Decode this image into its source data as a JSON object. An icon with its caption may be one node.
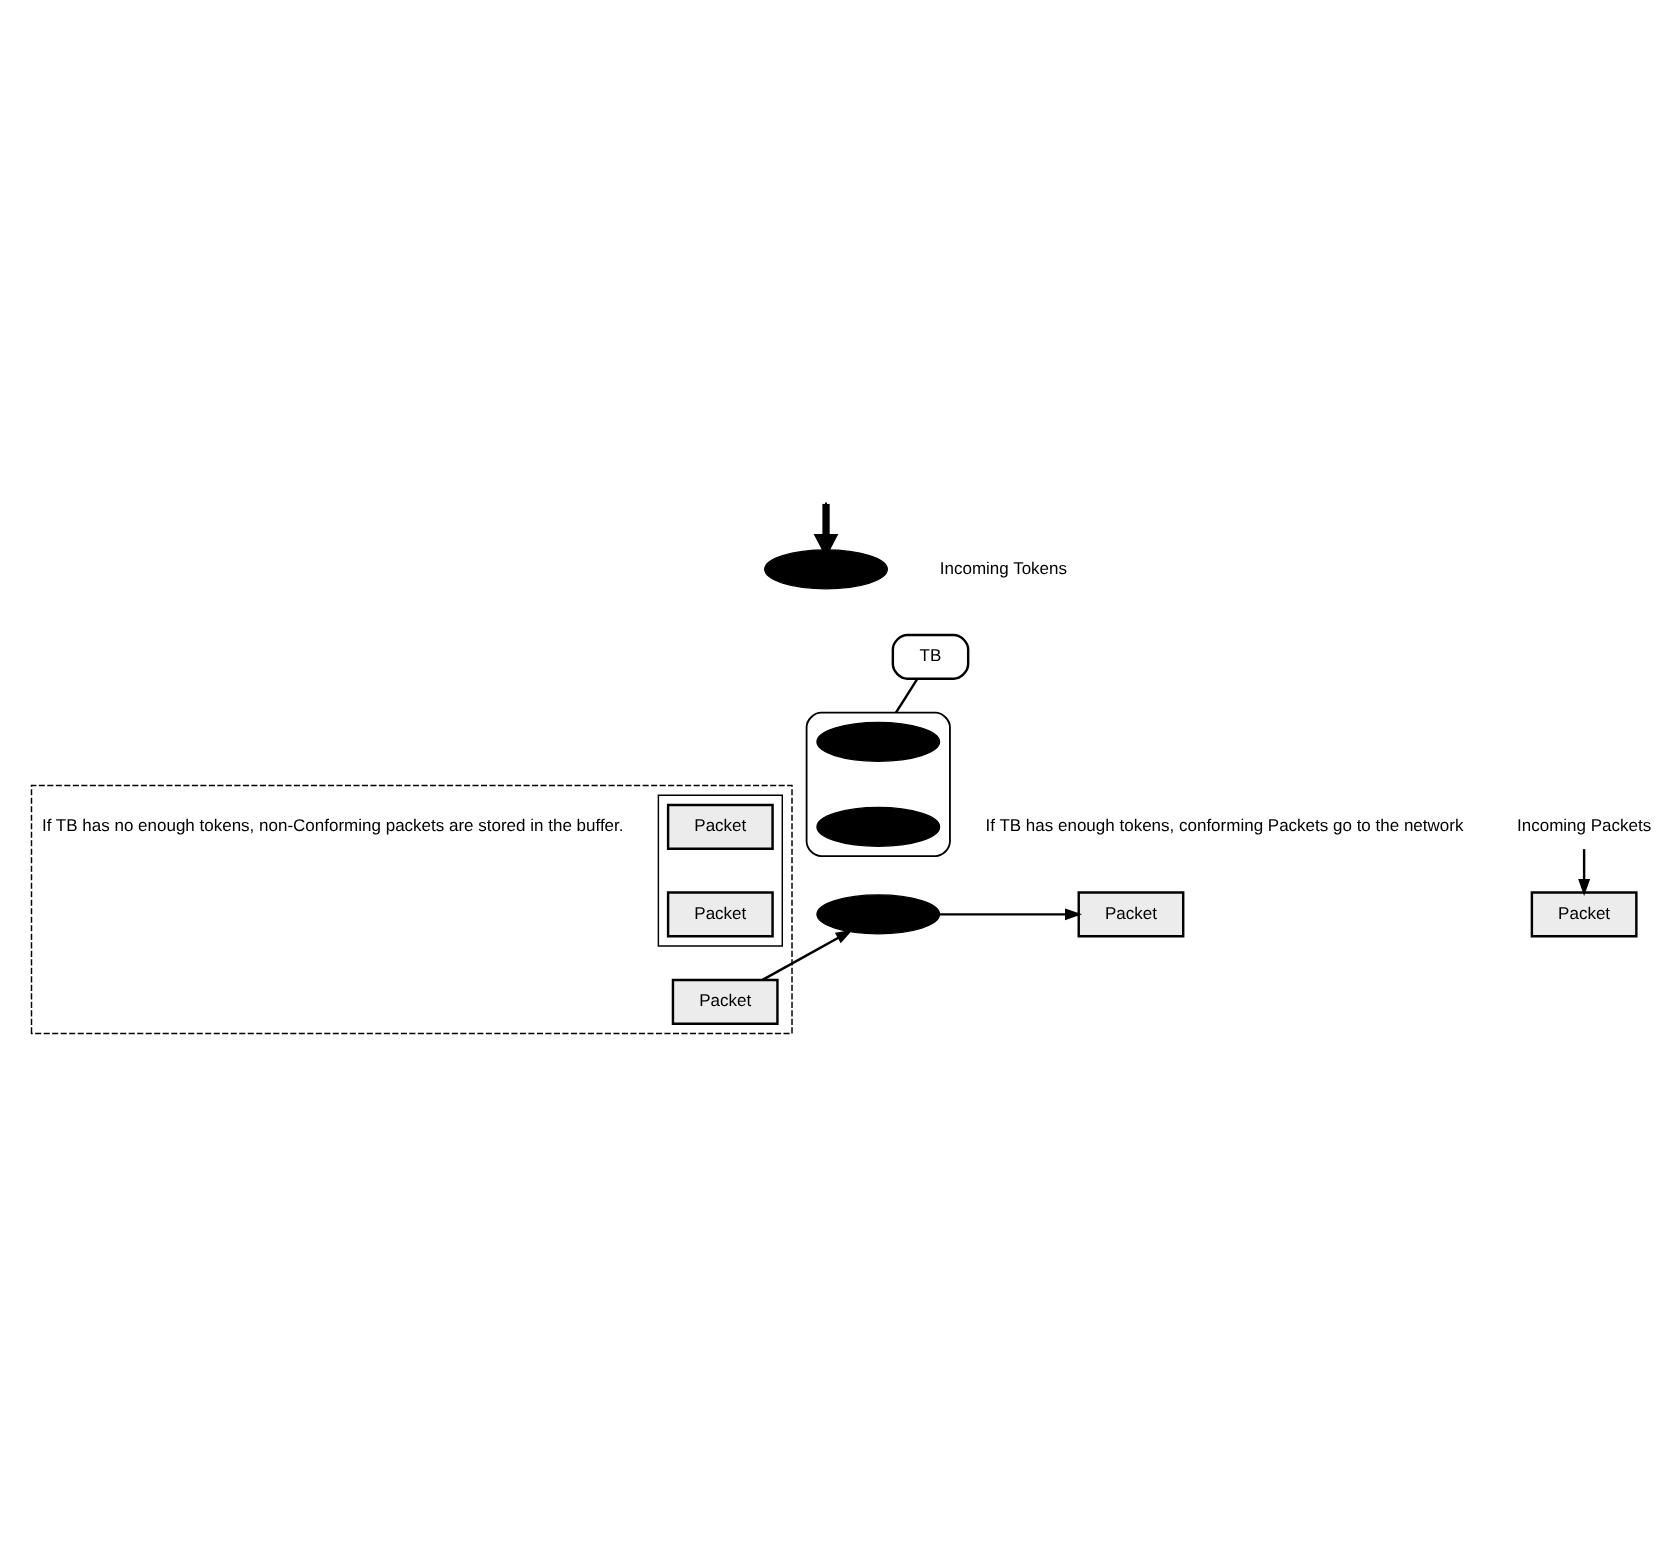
{
  "diagram": {
    "nodes": [
      {
        "text": [],
        "shape": "ellipse",
        "beside": [
          "Incoming Tokens"
        ]
      },
      {
        "text": [
          "TB"
        ]
      },
      {
        "text": [],
        "shape": "cylinder"
      },
      {
        "text": [],
        "shape": "ellipse",
        "in": 2
      },
      {
        "text": [],
        "shape": "ellipse",
        "in": 2
      },
      {
        "text": [],
        "shape": "ellipse"
      },
      {
        "text": [
          "Packet"
        ]
      },
      {
        "text": [
          "Packet"
        ]
      },
      {
        "text": [],
        "shape": "box"
      },
      {
        "text": [],
        "shape": "box",
        "in": 8
      },
      {
        "text": [
          "Packet"
        ],
        "in": 9
      },
      {
        "text": [
          "Packet"
        ],
        "in": 9
      },
      {
        "text": [
          "Packet"
        ],
        "in": 8
      },
      {
        "text": [
          "Incoming Packets"
        ]
      }
    ],
    "edges": [
      {
        "from": null,
        "to": 0,
        "arrow": "to",
        "style": "thick"
      },
      {
        "from": 1,
        "to": 2,
        "arrow": "none"
      },
      {
        "from": 13,
        "to": 6,
        "arrow": "to"
      },
      {
        "from": 5,
        "to": 7,
        "arrow": "to"
      },
      {
        "from": 12,
        "to": 5,
        "arrow": "to"
      }
    ],
    "labels": [
      "If TB has enough tokens, conforming Packets go to the network",
      "If TB has no enough tokens, non-Conforming packets are stored in the buffer."
    ]
  }
}
